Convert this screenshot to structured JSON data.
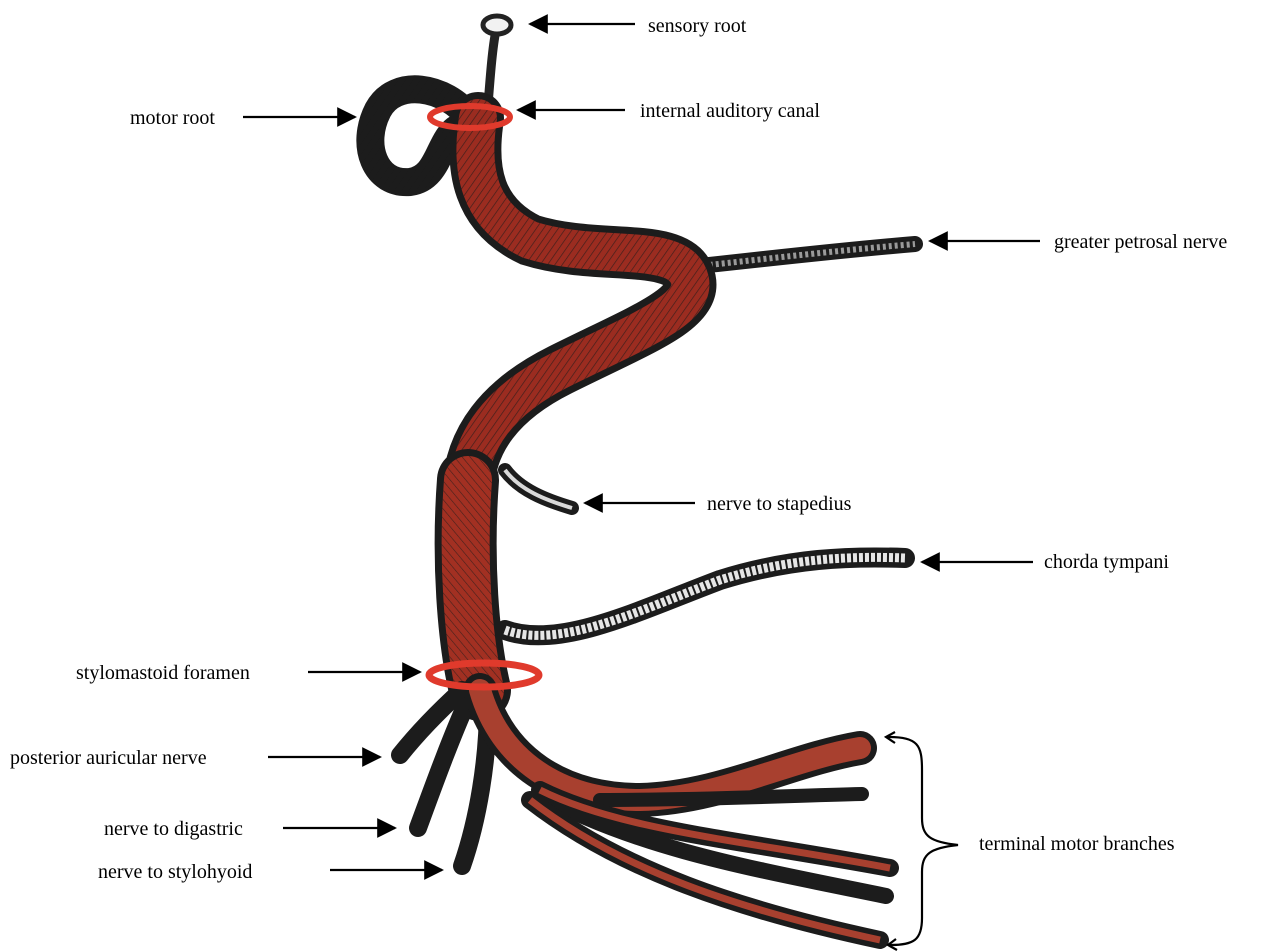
{
  "labels": {
    "sensory_root": "sensory root",
    "motor_root": "motor root",
    "internal_auditory_canal": "internal auditory canal",
    "greater_petrosal_nerve": "greater petrosal nerve",
    "nerve_to_stapedius": "nerve to stapedius",
    "chorda_tympani": "chorda tympani",
    "stylomastoid_foramen": "stylomastoid foramen",
    "posterior_auricular_nerve": "posterior auricular nerve",
    "nerve_to_digastric": "nerve to digastric",
    "nerve_to_stylohyoid": "nerve to stylohyoid",
    "terminal_motor_branches": "terminal motor branches"
  },
  "colors": {
    "nerve_trunk": "#8a2a1e",
    "nerve_dark": "#1c1c1c",
    "foramen_ring": "#e03a2c",
    "arrow": "#000000"
  }
}
